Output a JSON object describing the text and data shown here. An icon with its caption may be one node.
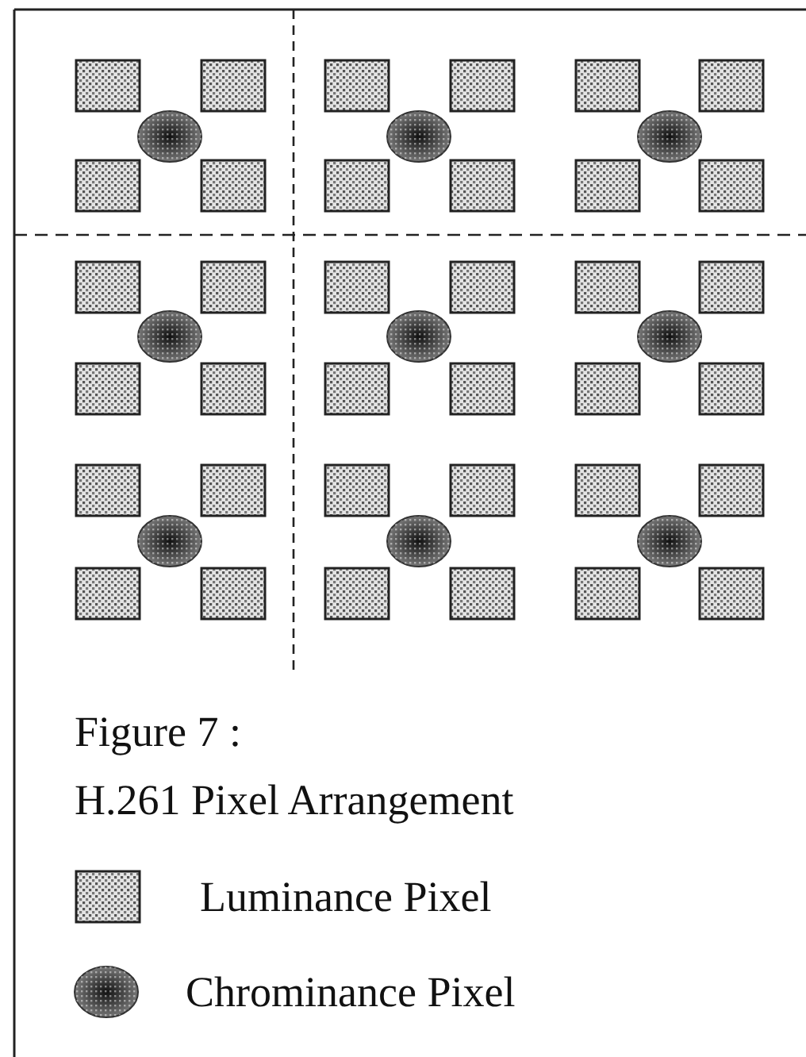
{
  "diagram": {
    "labels": [
      "Figure 7 :",
      "H.261 Pixel Arrangement"
    ],
    "legend": [
      {
        "text": "Luminance Pixel"
      },
      {
        "text": "Chrominance Pixel"
      }
    ]
  }
}
